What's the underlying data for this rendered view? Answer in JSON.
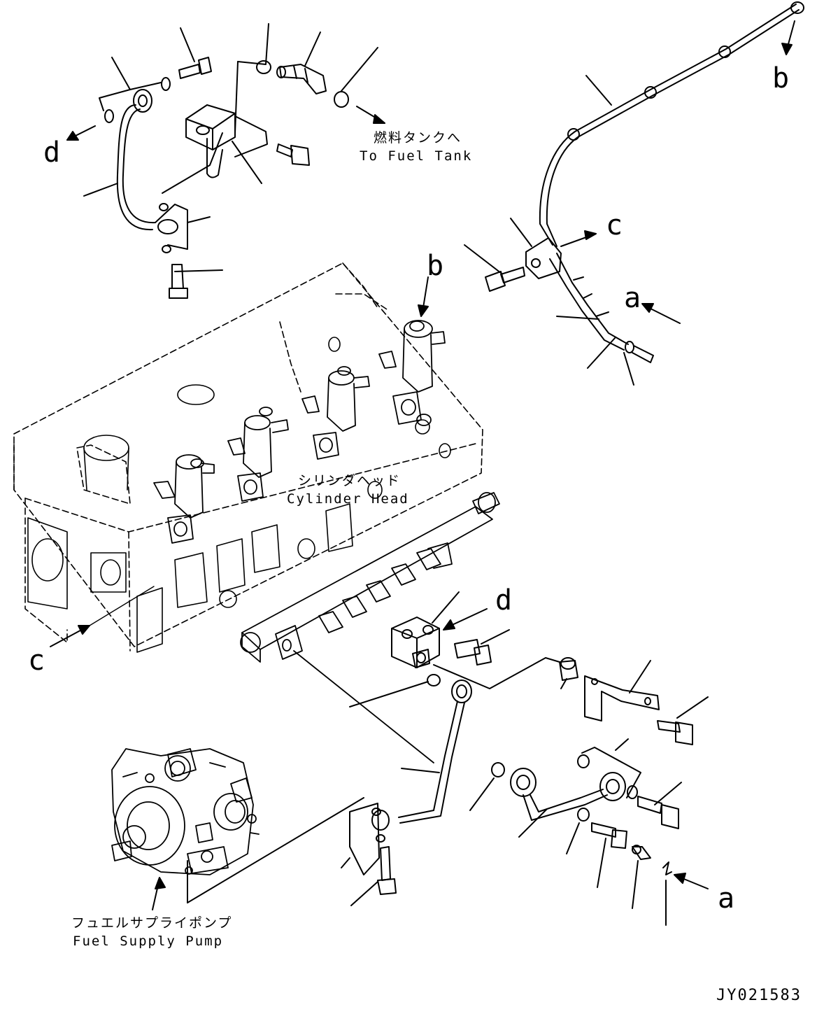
{
  "callouts": {
    "a_upper": "a",
    "a_lower": "a",
    "b_upper": "b",
    "b_mid": "b",
    "c_upper": "c",
    "c_lower": "c",
    "d_upper": "d",
    "d_lower": "d"
  },
  "labels": {
    "fuel_tank_jp": "燃料タンクへ",
    "fuel_tank_en": "To Fuel Tank",
    "cylinder_head_jp": "シリンダヘッド",
    "cylinder_head_en": "Cylinder Head",
    "fuel_pump_jp": "フュエルサプライポンプ",
    "fuel_pump_en": "Fuel Supply Pump"
  },
  "drawing_code": "JY021583"
}
